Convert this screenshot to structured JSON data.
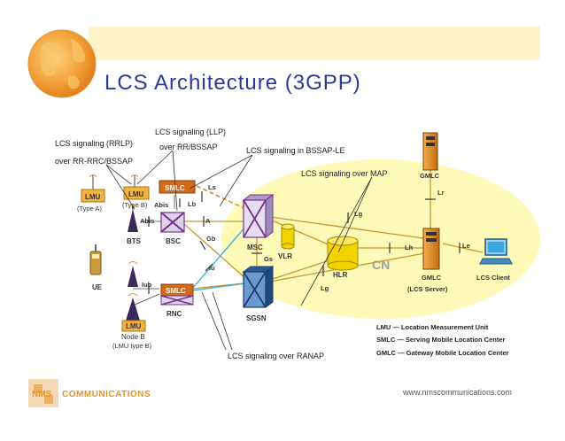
{
  "title": "LCS Architecture (3GPP)",
  "annotations": {
    "rrlp_1": "LCS signaling (RRLP)",
    "rrlp_2": "over RR-RRC/BSSAP",
    "llp_1": "LCS signaling (LLP)",
    "llp_2": "over RR/BSSAP",
    "bssap_le": "LCS signaling in BSSAP-LE",
    "map": "LCS signaling over MAP",
    "ranap": "LCS signaling over RANAP"
  },
  "nodes": {
    "lmu_a": "LMU",
    "lmu_a_type": "(Type A)",
    "lmu_b": "LMU",
    "lmu_b_type": "(Type B)",
    "smlc_top": "SMLC",
    "bts": "BTS",
    "bsc": "BSC",
    "ue": "UE",
    "smlc_bottom": "SMLC",
    "rnc": "RNC",
    "lmu_nodeb": "LMU",
    "nodeb": "Node B",
    "nodeb_type": "(LMU type B)",
    "msc": "MSC",
    "vlr": "VLR",
    "sgsn": "SGSN",
    "hlr": "HLR",
    "cn": "CN",
    "gmlc_top": "GMLC",
    "gmlc_server": "GMLC",
    "gmlc_server_sub": "(LCS Server)",
    "lcs_client": "LCS Client"
  },
  "interfaces": {
    "abis_1": "Abis",
    "lb": "Lb",
    "ls": "Ls",
    "abis_2": "Abis",
    "a": "A",
    "gb": "Gb",
    "iu": "Iu",
    "gs": "Gs",
    "lg_top": "Lg",
    "lg_bottom": "Lg",
    "lh": "Lh",
    "le": "Le",
    "lr": "Lr",
    "iub": "Iub"
  },
  "legend": [
    "LMU — Location Measurement Unit",
    "SMLC — Serving Mobile Location Center",
    "GMLC — Gateway Mobile Location Center"
  ],
  "footer": {
    "logo_nms": "NMS",
    "logo_comm": "COMMUNICATIONS",
    "url": "www.nmscommunications.com"
  },
  "colors": {
    "title": "#2a3a9a",
    "banner": "#fff1c8",
    "cn_ellipse": "#fffab8",
    "cn_text": "#a0a0a0",
    "core_line": "#c8962e",
    "sgsn_line": "#2ab0d8",
    "smlc_box": "#d36a1a",
    "cross_box": "#7b2e8c",
    "hlr": "#f2d200",
    "ls_dashed": "#d98c2a",
    "logo": "#e3932a"
  }
}
